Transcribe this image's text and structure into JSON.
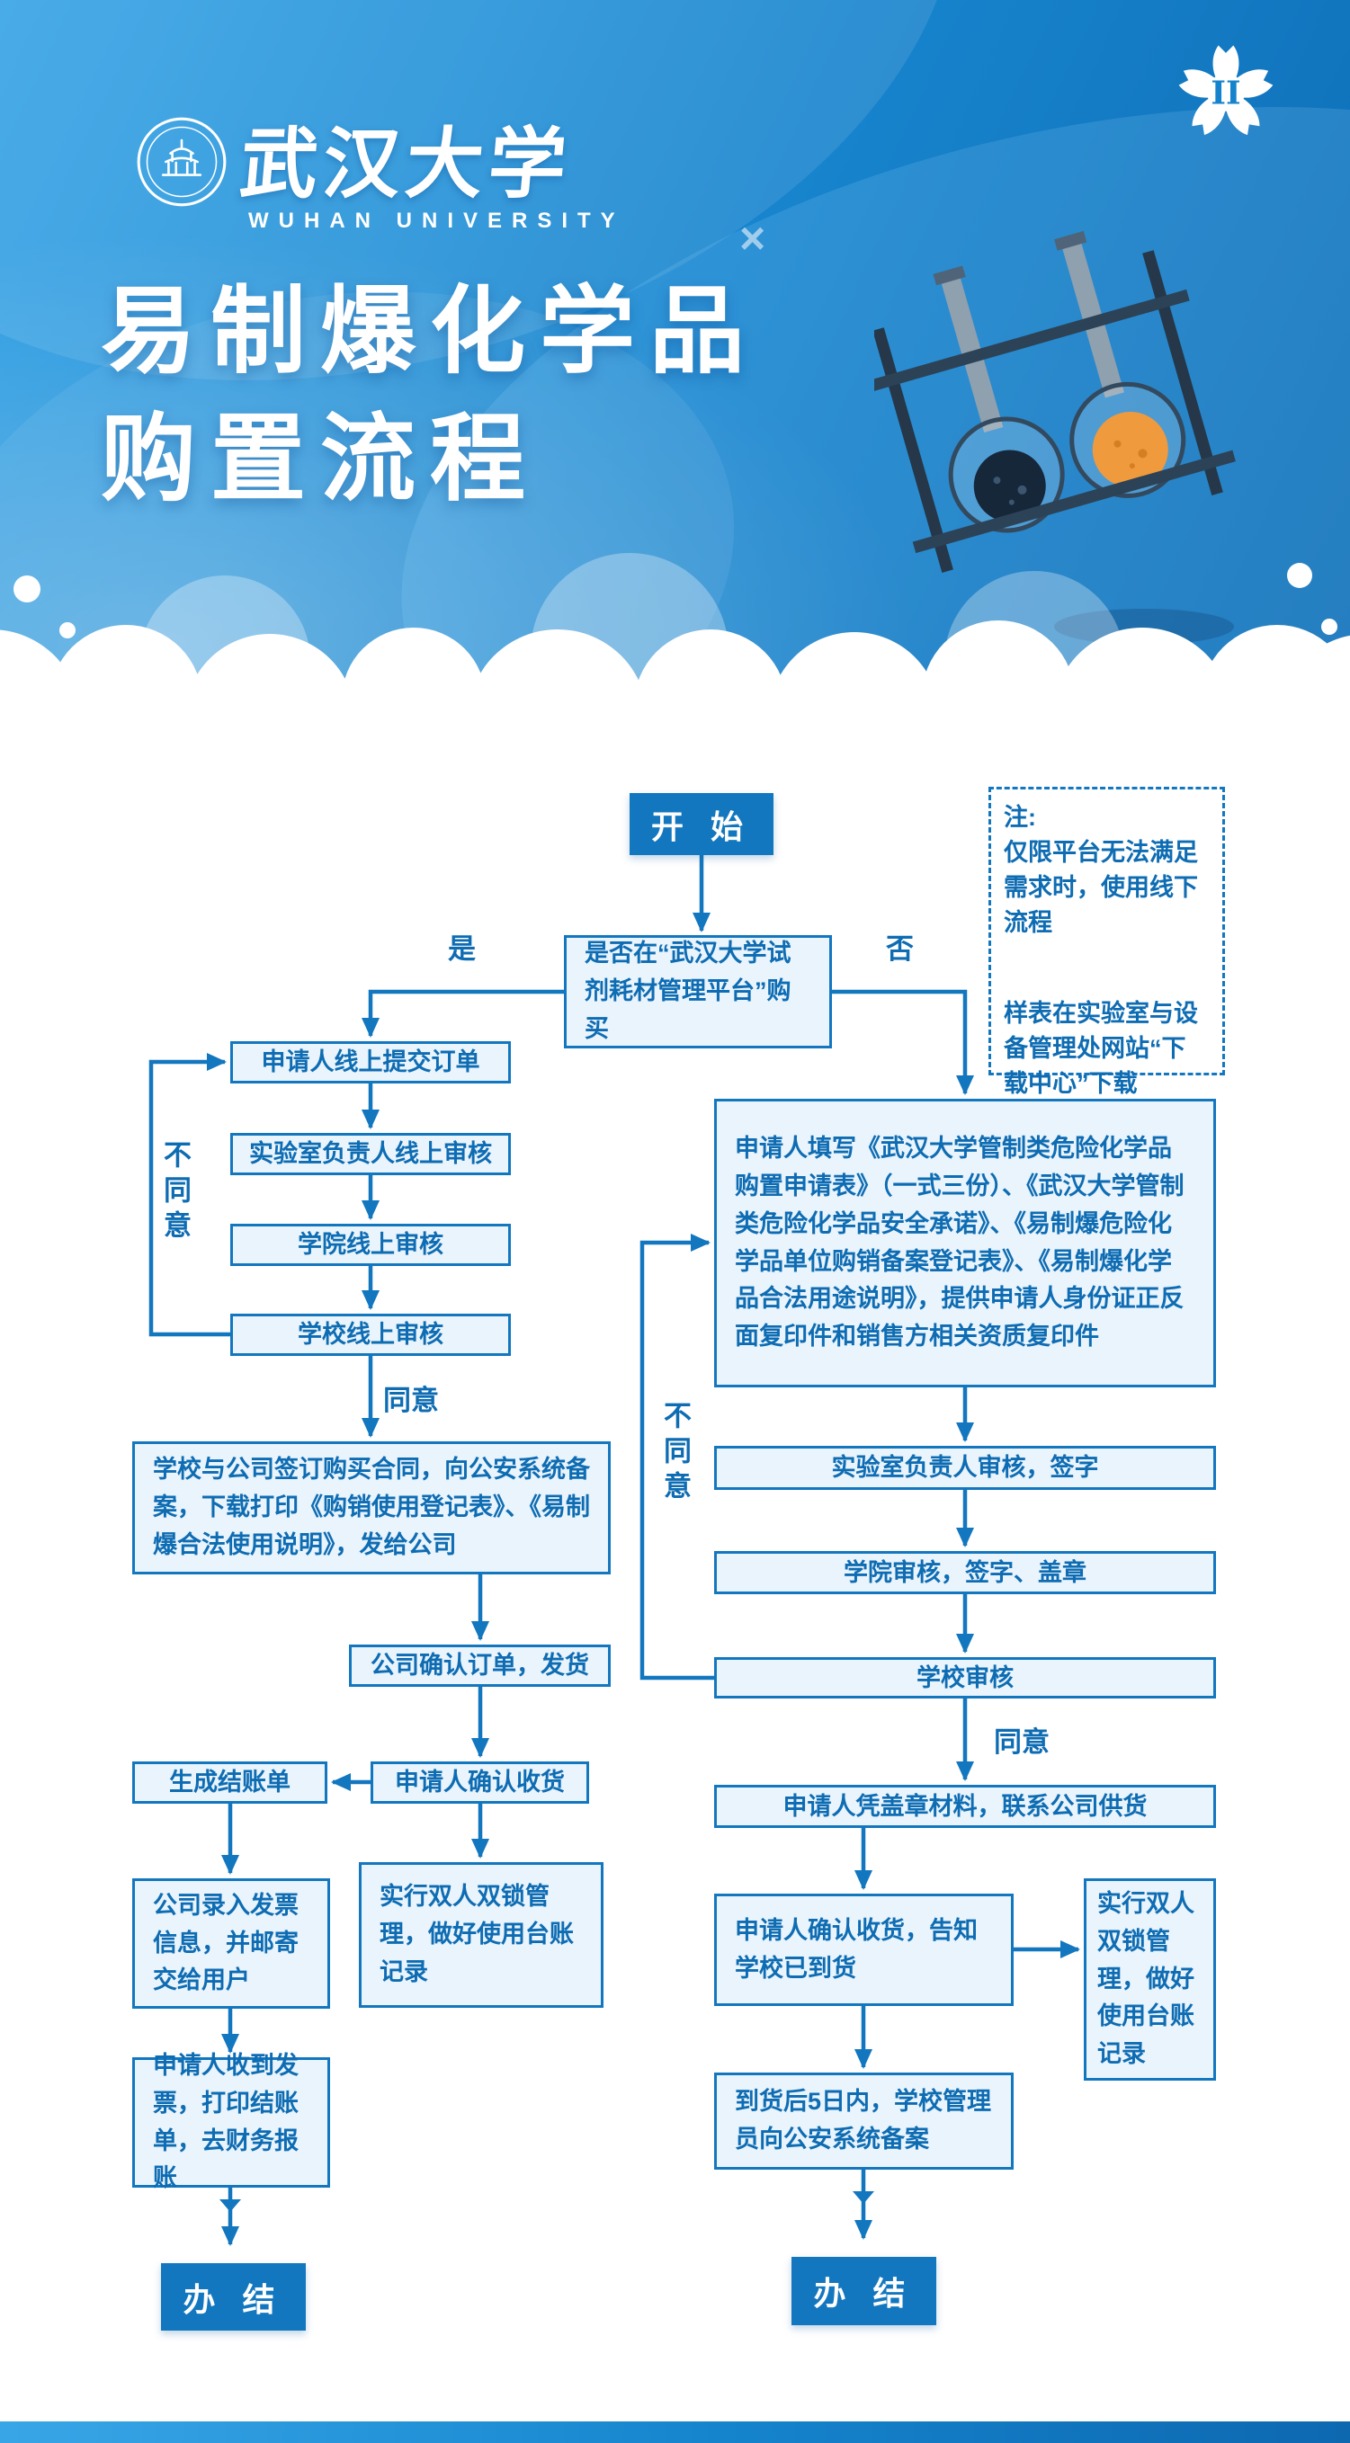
{
  "colors": {
    "primary_blue": "#1377bf",
    "box_fill": "#e9f4fc",
    "header_blue": "#1583cc",
    "flask_orange": "#ef9a3d"
  },
  "header": {
    "badge_numeral": "II",
    "university_zh": "武汉大学",
    "university_en": "WUHAN UNIVERSITY",
    "title_line1": "易制爆化学品",
    "title_line2": "购置流程",
    "decor_x": "×"
  },
  "note": {
    "label": "注:",
    "para1": "仅限平台无法满足需求时，使用线下流程",
    "para2": "样表在实验室与设备管理处网站“下载中心”下载"
  },
  "flow": {
    "start": "开 始",
    "decision": "是否在“武汉大学试剂耗材管理平台”购买",
    "yes_label": "是",
    "no_label": "否",
    "left": {
      "step1": "申请人线上提交订单",
      "step2": "实验室负责人线上审核",
      "step3": "学院线上审核",
      "step4": "学校线上审核",
      "disagree": "不同意",
      "agree": "同意",
      "contract": "学校与公司签订购买合同，向公安系统备案，下载打印《购销使用登记表》、《易制爆合法使用说明》，发给公司",
      "confirm_order": "公司确认订单，发货",
      "confirm_receipt": "申请人确认收货",
      "bill": "生成结账单",
      "invoice": "公司录入发票信息，并邮寄交给用户",
      "double_lock": "实行双人双锁管理，做好使用台账记录",
      "reimburse": "申请人收到发票，打印结账单，去财务报账",
      "end": "办 结"
    },
    "right": {
      "forms": "申请人填写《武汉大学管制类危险化学品购置申请表》（一式三份）、《武汉大学管制类危险化学品安全承诺》、《易制爆危险化学品单位购销备案登记表》、《易制爆化学品合法用途说明》，提供申请人身份证正反面复印件和销售方相关资质复印件",
      "lab_review": "实验室负责人审核，签字",
      "college_review": "学院审核，签字、盖章",
      "university_review": "学校审核",
      "disagree": "不同意",
      "agree": "同意",
      "supply": "申请人凭盖章材料，联系公司供货",
      "receipt": "申请人确认收货，告知学校已到货",
      "double_lock": "实行双人双锁管理，做好使用台账记录",
      "record": "到货后5日内，学校管理员向公安系统备案",
      "end": "办 结"
    }
  }
}
